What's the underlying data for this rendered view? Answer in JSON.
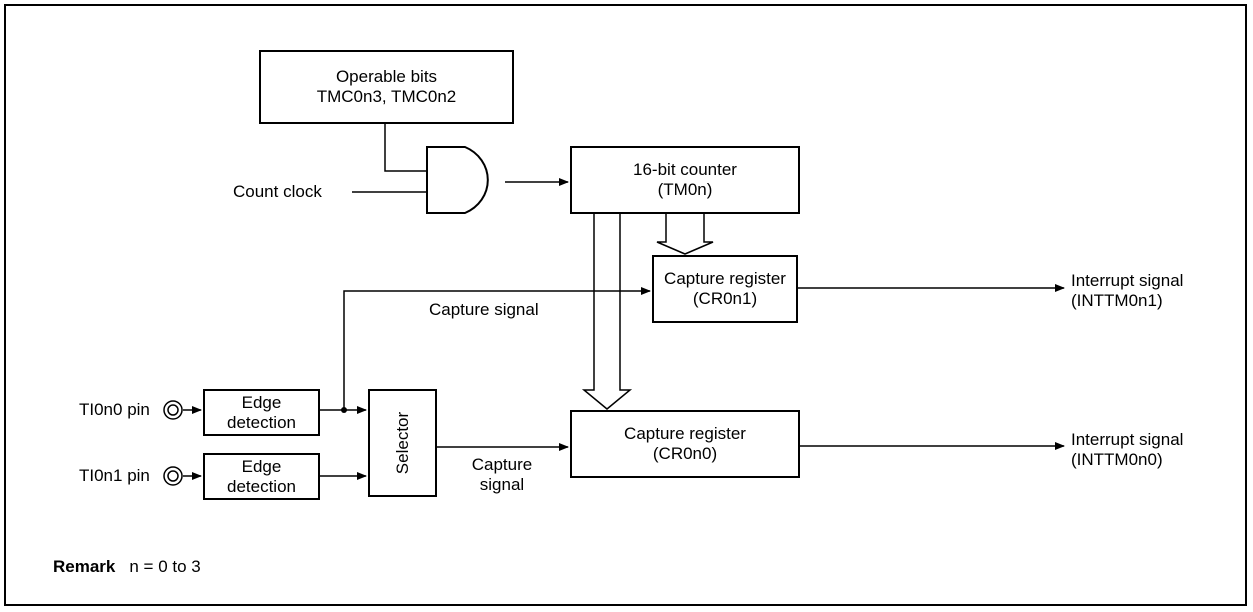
{
  "operable_bits": {
    "line1": "Operable bits",
    "line2": "TMC0n3, TMC0n2"
  },
  "count_clock": "Count clock",
  "counter": {
    "line1": "16-bit counter",
    "line2": "(TM0n)"
  },
  "capture_register_1": {
    "line1": "Capture register",
    "line2": "(CR0n1)"
  },
  "capture_register_0": {
    "line1": "Capture register",
    "line2": "(CR0n0)"
  },
  "capture_signal_top": "Capture signal",
  "capture_signal_bottom": {
    "line1": "Capture",
    "line2": "signal"
  },
  "interrupt_1": {
    "line1": "Interrupt signal",
    "line2": "(INTTM0n1)"
  },
  "interrupt_0": {
    "line1": "Interrupt signal",
    "line2": "(INTTM0n0)"
  },
  "pin_0": "TI0n0 pin",
  "pin_1": "TI0n1 pin",
  "edge_detection_0": {
    "line1": "Edge",
    "line2": "detection"
  },
  "edge_detection_1": {
    "line1": "Edge",
    "line2": "detection"
  },
  "selector": "Selector",
  "remark": {
    "label": "Remark",
    "text": "n = 0 to 3"
  }
}
